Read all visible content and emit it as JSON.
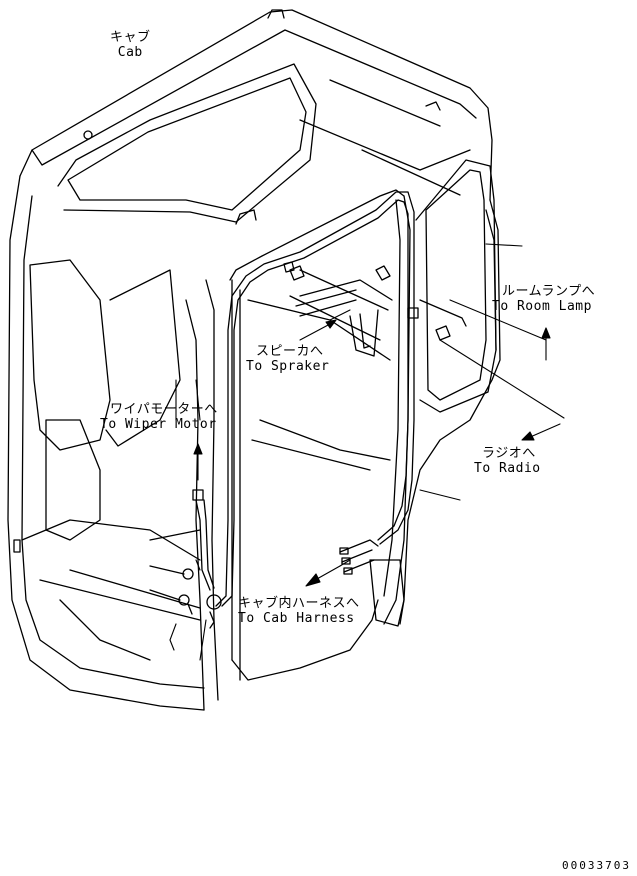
{
  "labels": {
    "cab": {
      "jp": "キャブ",
      "en": "Cab"
    },
    "room_lamp": {
      "jp": "ルームランプへ",
      "en": "To Room Lamp"
    },
    "speaker": {
      "jp": "スピーカへ",
      "en": "To Spraker"
    },
    "wiper_motor": {
      "jp": "ワイパモーターへ",
      "en": "To Wiper Motor"
    },
    "radio": {
      "jp": "ラジオへ",
      "en": "To Radio"
    },
    "cab_harness": {
      "jp": "キャブ内ハーネスへ",
      "en": "To Cab Harness"
    }
  },
  "part_number": "00033703",
  "colors": {
    "line": "#000000",
    "background": "#ffffff"
  }
}
